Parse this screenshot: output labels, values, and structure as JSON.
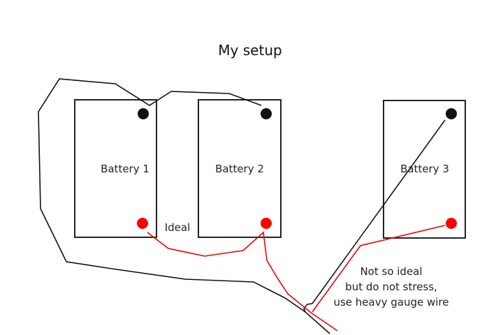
{
  "title": "My setup",
  "colors": {
    "negative_terminal": "#111111",
    "positive_terminal": "#ff0000",
    "black_wire": "#111111",
    "red_wire": "#ee0000",
    "background": "#ffffff"
  },
  "batteries": [
    {
      "label": "Battery 1"
    },
    {
      "label": "Battery 2"
    },
    {
      "label": "Battery 3"
    }
  ],
  "annotations": {
    "ideal": "Ideal",
    "not_ideal_lines": [
      "Not so ideal",
      "but do not stress,",
      "use heavy gauge wire"
    ]
  }
}
